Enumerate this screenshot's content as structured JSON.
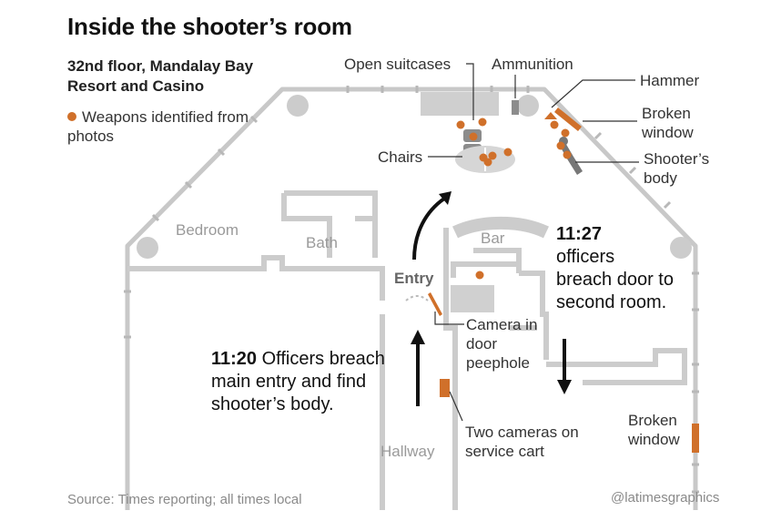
{
  "title": "Inside the shooter’s room",
  "subtitle": "32nd floor, Mandalay Bay Resort and Casino",
  "legend": {
    "label": "Weapons identified from photos",
    "color": "#d0702a"
  },
  "rooms": {
    "bedroom": "Bedroom",
    "bath": "Bath",
    "bar": "Bar",
    "entry": "Entry",
    "hallway": "Hallway"
  },
  "callouts": {
    "open_suitcases": "Open suitcases",
    "ammunition": "Ammunition",
    "hammer": "Hammer",
    "broken_window_top": "Broken window",
    "chairs": "Chairs",
    "shooters_body": "Shooter’s body",
    "camera_peephole": "Camera in door peephole",
    "two_cameras": "Two cameras on service cart",
    "broken_window_right": "Broken window"
  },
  "events": {
    "e1_time": "11:20",
    "e1_text": "Officers breach main entry and find shooter’s body.",
    "e2_time": "11:27",
    "e2_text": "officers breach door to second room."
  },
  "footer": {
    "source": "Source: Times reporting; all times local",
    "credit": "@latimesgraphics"
  },
  "colors": {
    "wall": "#c8c8c8",
    "weapon": "#d0702a",
    "furniture": "#cfcfcf",
    "dark_furniture": "#8c8c8c",
    "arrow": "#111111"
  }
}
